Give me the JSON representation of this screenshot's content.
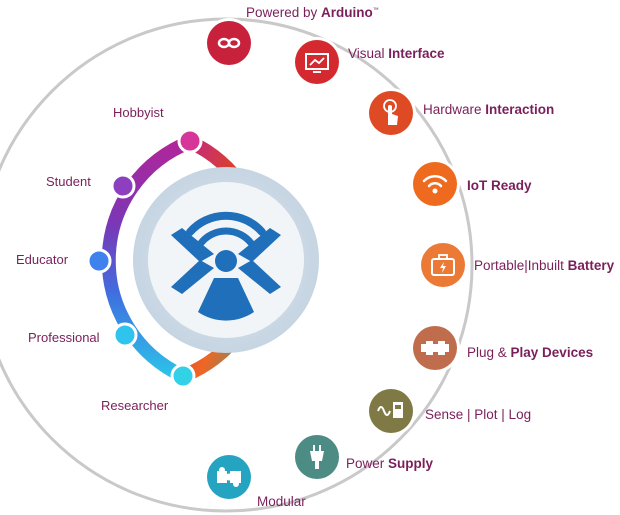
{
  "center_logo": {
    "icon": "wireless-broadcast-logo-icon"
  },
  "user_types": [
    {
      "key": "hobbyist",
      "label": "Hobbyist",
      "color": "#d6359a"
    },
    {
      "key": "student",
      "label": "Student",
      "color": "#8e3fc0"
    },
    {
      "key": "educator",
      "label": "Educator",
      "color": "#3f82ee"
    },
    {
      "key": "professional",
      "label": "Professional",
      "color": "#2fc4ee"
    },
    {
      "key": "researcher",
      "label": "Researcher",
      "color": "#33d1e6"
    }
  ],
  "features": [
    {
      "key": "arduino",
      "prefix": "Powered by ",
      "bold": "Arduino",
      "suffix": "™",
      "icon": "infinity-icon",
      "color": "#c8213b"
    },
    {
      "key": "visual",
      "prefix": "Visual ",
      "bold": "Interface",
      "suffix": "",
      "icon": "monitor-chart-icon",
      "color": "#d42a2f"
    },
    {
      "key": "hardware",
      "prefix": "Hardware ",
      "bold": "Interaction",
      "suffix": "",
      "icon": "touch-hand-icon",
      "color": "#de4a24"
    },
    {
      "key": "iot",
      "prefix": "",
      "bold": "IoT Ready",
      "suffix": "",
      "icon": "wifi-icon",
      "color": "#ee6a1e"
    },
    {
      "key": "battery",
      "prefix": "Portable|Inbuilt ",
      "bold": "Battery",
      "suffix": "",
      "icon": "battery-case-icon",
      "color": "#ec7a37"
    },
    {
      "key": "plug",
      "prefix": "Plug & ",
      "bold": "Play Devices",
      "suffix": "",
      "icon": "connector-icon",
      "color": "#c06d4e"
    },
    {
      "key": "sense",
      "prefix": "Sense | Plot | Log",
      "bold": "",
      "suffix": "",
      "icon": "sensor-wave-icon",
      "color": "#7f7a45"
    },
    {
      "key": "power",
      "prefix": "Power ",
      "bold": "Supply",
      "suffix": "",
      "icon": "power-plug-icon",
      "color": "#4c8c84"
    },
    {
      "key": "modular",
      "prefix": "Modular",
      "bold": "",
      "suffix": "",
      "icon": "puzzle-icon",
      "color": "#25a4c2"
    }
  ]
}
